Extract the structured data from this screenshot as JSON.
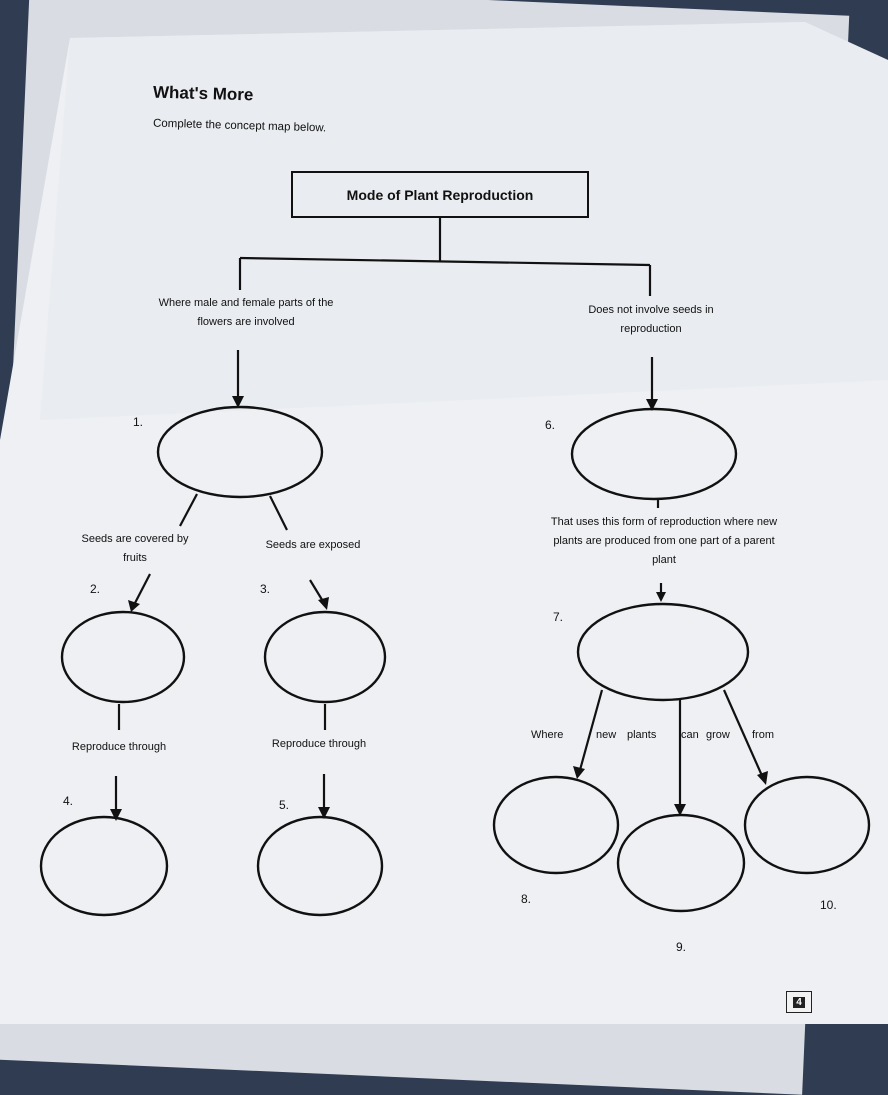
{
  "header": {
    "title": "What's More",
    "instruction": "Complete the concept map below."
  },
  "concept_map": {
    "root": "Mode of Plant Reproduction",
    "left_branch": "Where male and female parts of the flowers are involved",
    "right_branch": "Does not involve seeds in reproduction",
    "left_child_1": "Seeds are covered by fruits",
    "left_child_2": "Seeds are exposed",
    "reproduce_through_1": "Reproduce through",
    "reproduce_through_2": "Reproduce through",
    "right_desc": "That uses this form of reproduction where new plants are produced from one part of a parent plant",
    "where_words": [
      "Where",
      "new",
      "plants",
      "can",
      "grow",
      "from"
    ],
    "numbers": [
      "1.",
      "2.",
      "3.",
      "4.",
      "5.",
      "6.",
      "7.",
      "8.",
      "9.",
      "10."
    ]
  },
  "footer": {
    "page_number": "4"
  }
}
